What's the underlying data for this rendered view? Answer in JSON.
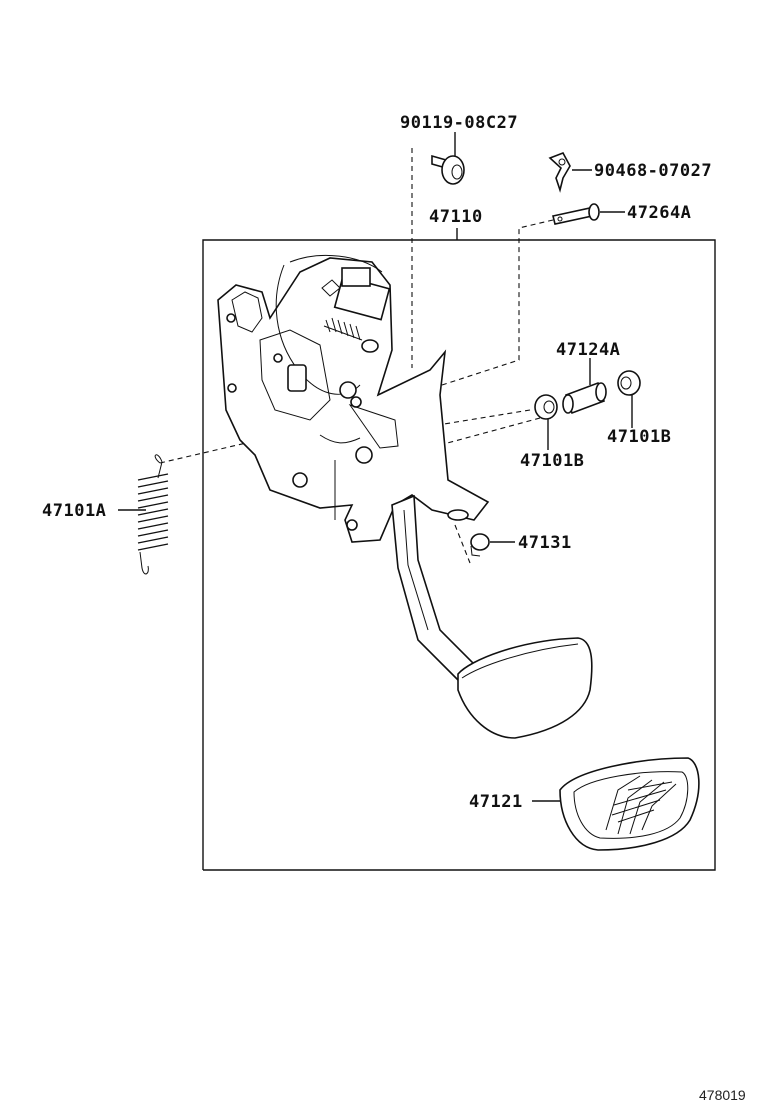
{
  "labels": {
    "bolt_90119": "90119-08C27",
    "clip_90468": "90468-07027",
    "pin_47264a": "47264A",
    "assembly_47110": "47110",
    "collar_47124a": "47124A",
    "bushing_47101b_right": "47101B",
    "bushing_47101b_left": "47101B",
    "spring_47101a": "47101A",
    "stopper_47131": "47131",
    "pad_47121": "47121"
  },
  "figure_id": "478019"
}
